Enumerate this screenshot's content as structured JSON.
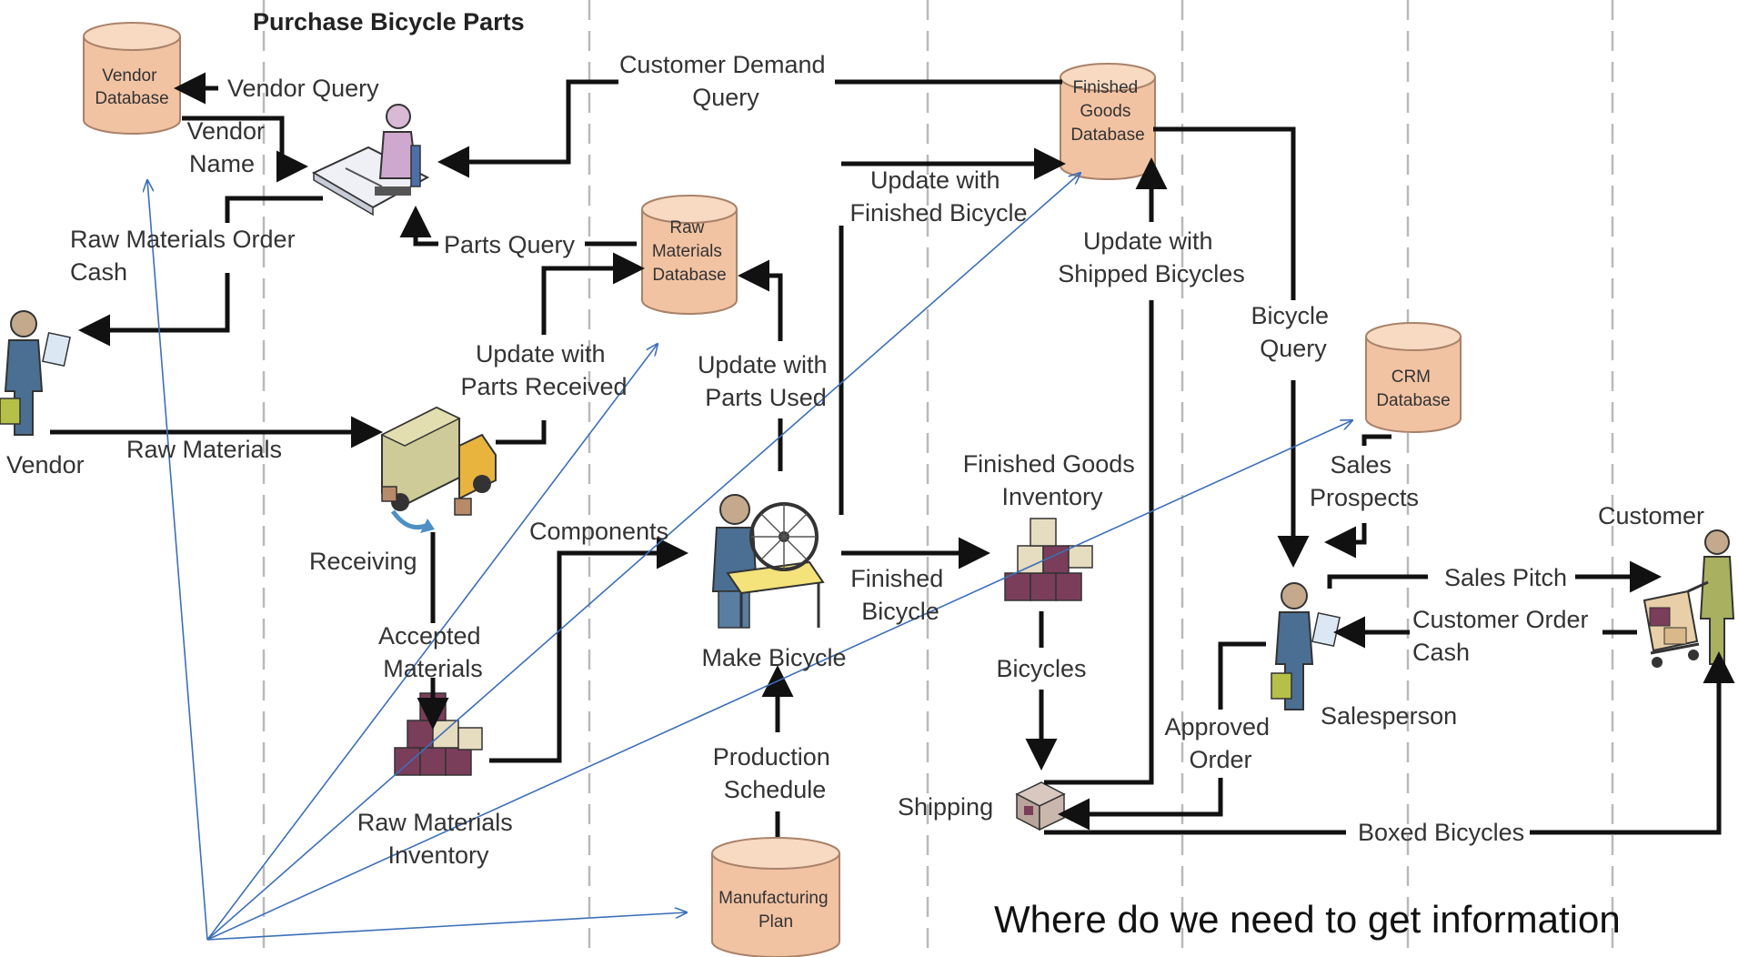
{
  "title": "Purchase Bicycle Parts",
  "databases": {
    "vendor": [
      "Vendor",
      "Database"
    ],
    "raw_materials": [
      "Raw",
      "Materials",
      "Database"
    ],
    "finished_goods": [
      "Finished",
      "Goods",
      "Database"
    ],
    "crm": [
      "CRM",
      "Database"
    ],
    "manufacturing_plan": [
      "Manufacturing",
      "Plan"
    ]
  },
  "actors": {
    "vendor": "Vendor",
    "salesperson": "Salesperson",
    "customer": "Customer"
  },
  "processes": {
    "receiving": "Receiving",
    "raw_materials_inventory": [
      "Raw Materials",
      "Inventory"
    ],
    "make_bicycle": "Make Bicycle",
    "finished_goods_inventory": [
      "Finished Goods",
      "Inventory"
    ],
    "shipping": "Shipping"
  },
  "flows": {
    "vendor_query": "Vendor Query",
    "vendor_name": [
      "Vendor",
      "Name"
    ],
    "customer_demand_query": [
      "Customer Demand",
      "Query"
    ],
    "raw_materials_order_cash": [
      "Raw Materials Order",
      "Cash"
    ],
    "parts_query": "Parts Query",
    "raw_materials": "Raw Materials",
    "update_parts_received": [
      "Update with",
      "Parts Received"
    ],
    "update_parts_used": [
      "Update with",
      "Parts Used"
    ],
    "update_finished_bicycle": [
      "Update with",
      "Finished Bicycle"
    ],
    "update_shipped_bicycles": [
      "Update with",
      "Shipped Bicycles"
    ],
    "bicycle_query": [
      "Bicycle",
      "Query"
    ],
    "sales_prospects": [
      "Sales",
      "Prospects"
    ],
    "components": "Components",
    "accepted_materials": [
      "Accepted",
      "Materials"
    ],
    "finished_bicycle": [
      "Finished",
      "Bicycle"
    ],
    "bicycles": "Bicycles",
    "production_schedule": [
      "Production",
      "Schedule"
    ],
    "sales_pitch": "Sales Pitch",
    "customer_order_cash": [
      "Customer Order",
      "Cash"
    ],
    "approved_order": [
      "Approved",
      "Order"
    ],
    "boxed_bicycles": "Boxed Bicycles"
  },
  "annotation": "Where do we need to get information",
  "colors": {
    "database_fill": "#f2c3a3",
    "database_stroke": "#a9826a",
    "flow_line": "#111111",
    "lane_divider": "#b9b9b9",
    "pointer_line": "#3d6fb8",
    "box_purple": "#7a3d5a",
    "box_cream": "#e6dcc0"
  }
}
